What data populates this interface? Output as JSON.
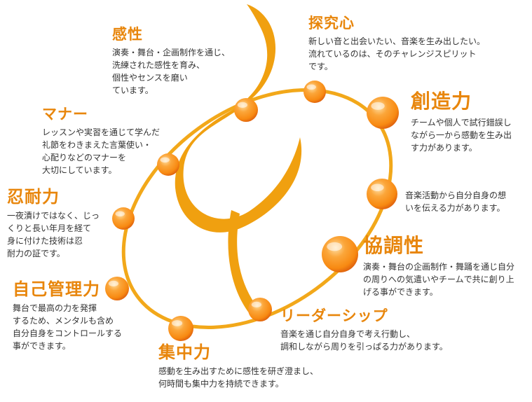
{
  "colors": {
    "accent": "#f0a010",
    "ring": "#f2a81a",
    "title": "#e8860c",
    "text": "#333333",
    "sphere_light": "#ffe0a6",
    "sphere_mid": "#f88a12",
    "sphere_dark": "#d8560c"
  },
  "diagram": {
    "items": [
      {
        "key": "sensitivity",
        "title": "感性",
        "desc": "演奏・舞台・企画制作を通じ、\n洗練された感性を育み、\n個性やセンスを磨い\nています。"
      },
      {
        "key": "curiosity",
        "title": "探究心",
        "desc": "新しい音と出会いたい、音楽を生み出したい。\n流れているのは、そのチャレンジスピリット\nです。"
      },
      {
        "key": "creativity",
        "title": "創造力",
        "desc": "チームや個人で試行錯誤し\nながら一から感動を生み出\nす力があります。"
      },
      {
        "key": "expression",
        "title": "",
        "desc": "音楽活動から自分自身の想\nいを伝える力があります。"
      },
      {
        "key": "cooperation",
        "title": "協調性",
        "desc": "演奏・舞台の企画制作・舞踊を通じ自分\nの周りへの気遣いやチームで共に創り上\nげる事ができます。"
      },
      {
        "key": "manners",
        "title": "マナー",
        "desc": "レッスンや実習を通じて学んだ\n礼節をわきまえた言葉使い・\n心配りなどのマナーを\n大切にしています。"
      },
      {
        "key": "perseverance",
        "title": "忍耐力",
        "desc": "一夜漬けではなく、じっ\nくりと長い年月を経て\n身に付けた技術は忍\n耐力の証です。"
      },
      {
        "key": "self-management",
        "title": "自己管理力",
        "desc": "舞台で最高の力を発揮\nするため、メンタルも含め\n自分自身をコントロールする\n事ができます。"
      },
      {
        "key": "leadership",
        "title": "リーダーシップ",
        "desc": "音楽を通じ自分自身で考え行動し、\n調和しながら周りを引っぱる力があります。"
      },
      {
        "key": "concentration",
        "title": "集中力",
        "desc": "感動を生み出すために感性を研ぎ澄まし、\n何時間も集中力を持続できます。"
      }
    ]
  }
}
